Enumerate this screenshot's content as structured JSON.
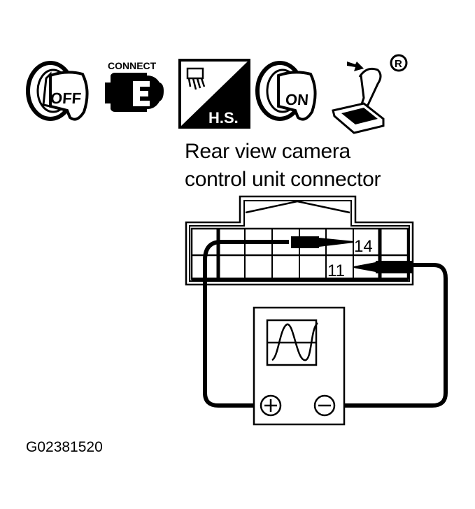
{
  "icons": [
    {
      "name": "ignition-off-icon",
      "text": "OFF"
    },
    {
      "name": "connect-icon",
      "text": "CONNECT"
    },
    {
      "name": "harness-hs-icon",
      "text": "H.S."
    },
    {
      "name": "ignition-on-icon",
      "text": "ON"
    },
    {
      "name": "shift-lever-r-icon",
      "text": "R"
    }
  ],
  "title": {
    "line1": "Rear view camera",
    "line2": "control unit connector"
  },
  "connector": {
    "terminal_upper": "14",
    "terminal_lower": "11",
    "columns": 8,
    "rows": 2
  },
  "meter": {
    "type": "oscilloscope",
    "positive_symbol": "+",
    "negative_symbol": "−"
  },
  "figure_id": "G02381520",
  "colors": {
    "line": "#000000",
    "background": "#ffffff"
  }
}
